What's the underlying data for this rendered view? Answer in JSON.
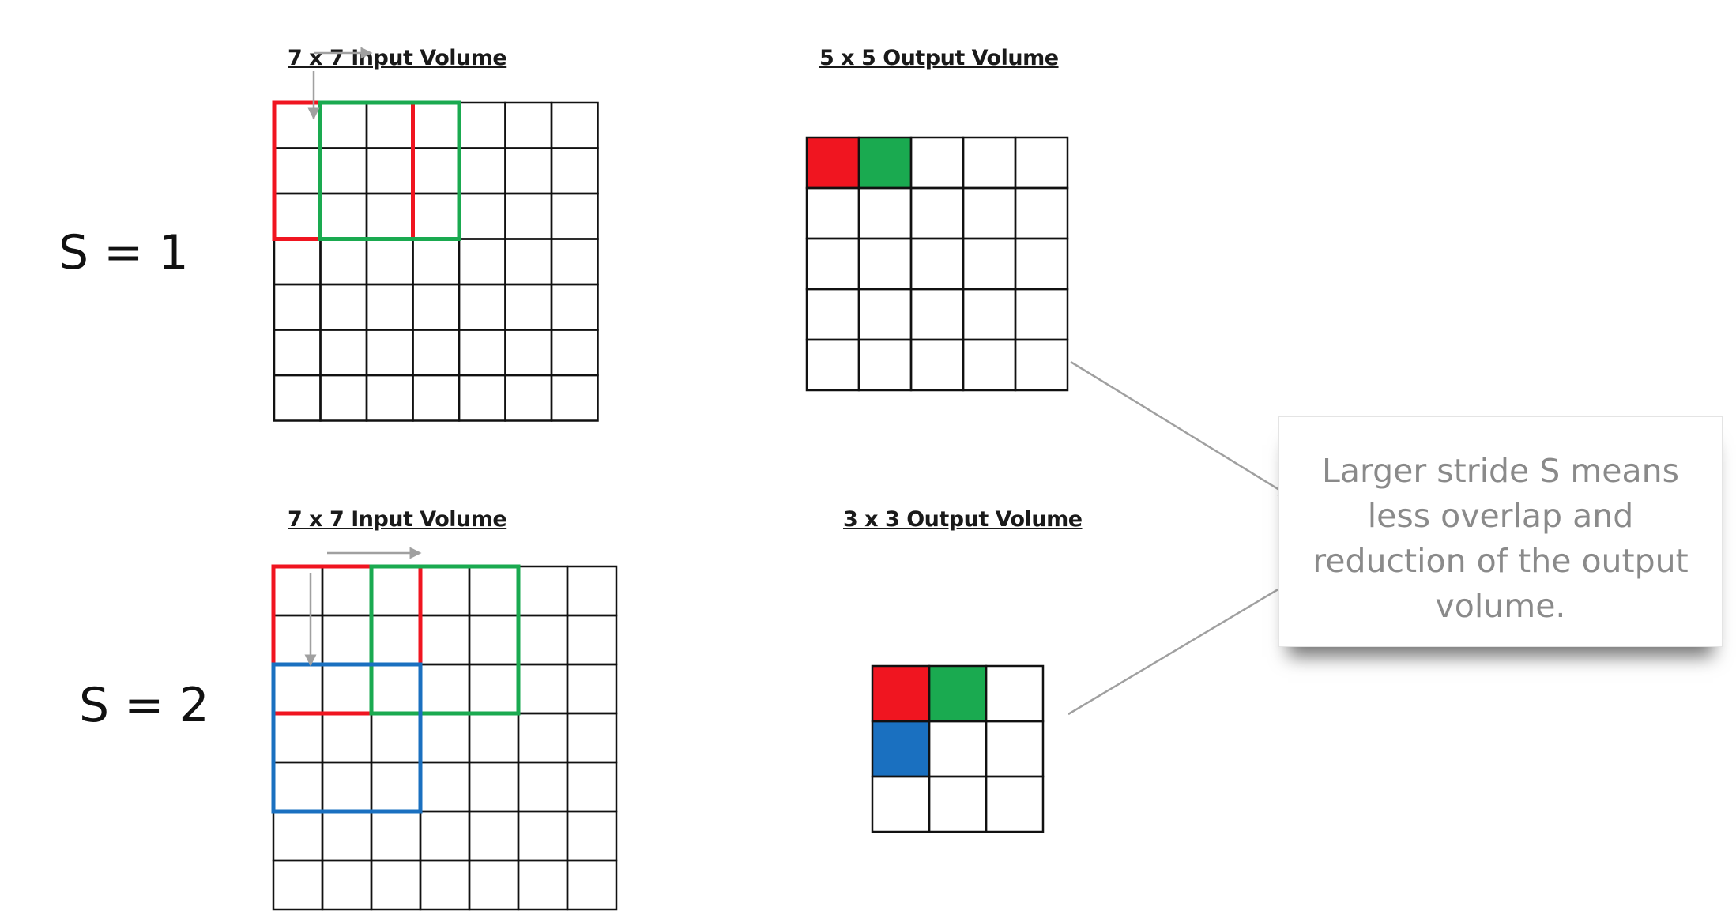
{
  "row_s1": {
    "stride_label": "S = 1",
    "input_title": "7 x 7 Input Volume",
    "output_title": "5 x 5 Output Volume",
    "input_size": 7,
    "output_size": 5,
    "output_filled_cells": [
      {
        "row": 0,
        "col": 0,
        "color": "#f01520"
      },
      {
        "row": 0,
        "col": 1,
        "color": "#1aaa50"
      }
    ]
  },
  "row_s2": {
    "stride_label": "S = 2",
    "input_title": "7 x 7 Input Volume",
    "output_title": "3 x 3 Output Volume",
    "input_size": 7,
    "output_size": 3,
    "output_filled_cells": [
      {
        "row": 0,
        "col": 0,
        "color": "#f01520"
      },
      {
        "row": 0,
        "col": 1,
        "color": "#1aaa50"
      },
      {
        "row": 1,
        "col": 0,
        "color": "#1a70c0"
      }
    ]
  },
  "callout": {
    "text": "Larger stride S means less overlap and reduction of the output volume."
  },
  "colors": {
    "red": "#f01520",
    "green": "#1aaa50",
    "blue": "#1a70c0",
    "grid_line": "#111111",
    "arrow": "#a0a0a0"
  }
}
